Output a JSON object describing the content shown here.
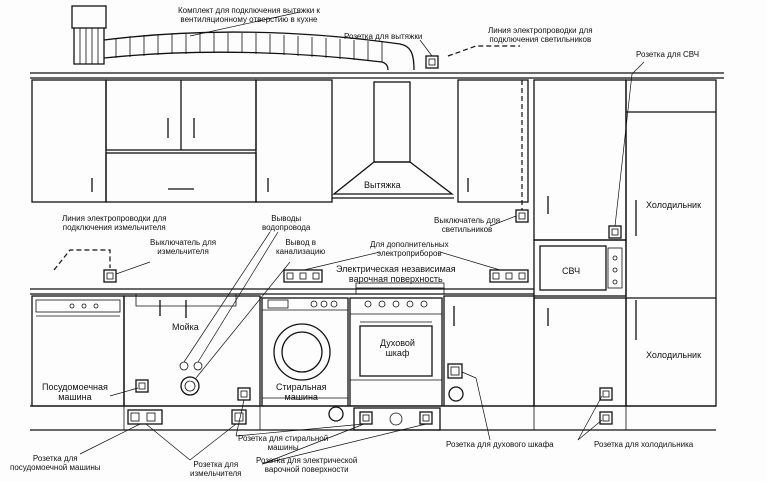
{
  "labels": {
    "duct_kit": "Комплект для подключения вытяжки к\nвентиляционному отверстию в кухне",
    "hood_socket": "Розетка для вытяжки",
    "light_line_top": "Линия электропроводки для\nподключения светильников",
    "microwave_socket": "Розетка для СВЧ",
    "hood": "Вытяжка",
    "fridge_upper": "Холодильник",
    "light_switch": "Выключатель для\nсветильников",
    "meter_line": "Линия электропроводки для\nподключения измельчителя",
    "meter_switch": "Выключатель для\nизмельчителя",
    "water_outlets": "Выводы\nводопровода",
    "sewer_outlet": "Вывод в\nканализацию",
    "extra_sockets": "Для дополнительных\nэлектроприборов",
    "hob": "Электрическая независимая\nварочная поверхность",
    "microwave": "СВЧ",
    "sink": "Мойка",
    "oven": "Духовой\nшкаф",
    "fridge_lower": "Холодильник",
    "dishwasher": "Посудомоечная\nмашина",
    "washer": "Стиральная\nмашина",
    "washer_socket": "Розетка для стиральной\nмашины",
    "oven_socket": "Розетка для духового шкафа",
    "fridge_socket": "Розетка для холодильника",
    "dishwasher_socket": "Розетка для\nпосудомоечной машины",
    "disposer_socket": "Розетка для\nизмельчителя",
    "hob_socket": "Розетка для электрической\nварочной поверхности"
  }
}
